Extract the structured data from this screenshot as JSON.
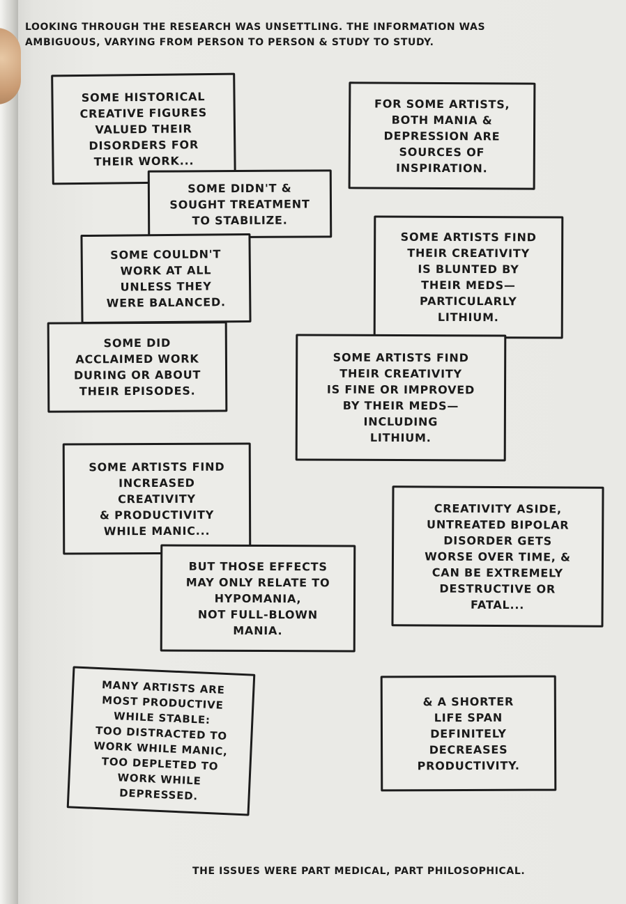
{
  "intro": "Looking through the research was unsettling. The information was\nambiguous, varying from person to person & study to study.",
  "panels": [
    "Some historical\ncreative figures\nvalued their\ndisorders for\ntheir work...",
    "For some artists,\nboth mania &\ndepression are\nsources of\ninspiration.",
    "Some didn't &\nsought treatment\nto stabilize.",
    "Some couldn't\nwork at all\nunless they\nwere balanced.",
    "Some artists find\ntheir creativity\nis blunted by\ntheir meds—\nparticularly\nlithium.",
    "Some did\nacclaimed work\nduring or about\ntheir episodes.",
    "Some artists find\ntheir creativity\nis fine or improved\nby their meds—\nincluding\nlithium.",
    "Some artists find\nincreased\ncreativity\n& productivity\nwhile manic...",
    "Creativity aside,\nuntreated bipolar\ndisorder gets\nworse over time, &\ncan be extremely\ndestructive or\nfatal...",
    "But those effects\nmay only relate to\nhypomania,\nnot full-blown\nmania.",
    "Many artists are\nmost productive\nwhile stable:\ntoo distracted to\nwork while manic,\ntoo depleted to\nwork while depressed.",
    "& a shorter\nlife span\ndefinitely\ndecreases\nproductivity."
  ],
  "closing": "The issues were part medical, part philosophical."
}
